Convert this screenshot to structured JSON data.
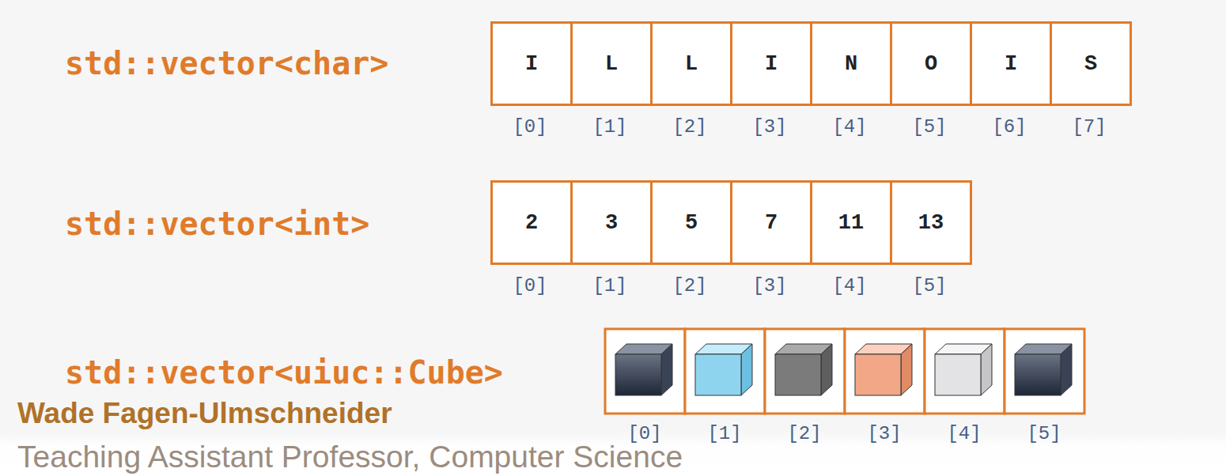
{
  "diagram": {
    "nodes": [
      {
        "text": [
          "I"
        ]
      },
      {
        "text": [
          "L"
        ]
      },
      {
        "text": [
          "L"
        ]
      },
      {
        "text": [
          "I"
        ]
      },
      {
        "text": [
          "N"
        ]
      },
      {
        "text": [
          "O"
        ]
      },
      {
        "text": [
          "I"
        ]
      },
      {
        "text": [
          "S"
        ]
      },
      {
        "text": [
          "2"
        ]
      },
      {
        "text": [
          "3"
        ]
      },
      {
        "text": [
          "5"
        ]
      },
      {
        "text": [
          "7"
        ]
      },
      {
        "text": [
          "11"
        ]
      },
      {
        "text": [
          "13"
        ]
      }
    ],
    "labels": [
      "std::vector<char>",
      "[0]",
      "[1]",
      "[2]",
      "[3]",
      "[4]",
      "[5]",
      "[6]",
      "[7]",
      "std::vector<int>",
      "[0]",
      "[1]",
      "[2]",
      "[3]",
      "[4]",
      "[5]",
      "std::vector<uiuc::Cube>",
      "[0]",
      "[1]",
      "[2]",
      "[3]",
      "[4]",
      "[5]",
      "Wade Fagen-Ulmschneider",
      "Teaching Assistant Professor, Computer Science"
    ]
  }
}
